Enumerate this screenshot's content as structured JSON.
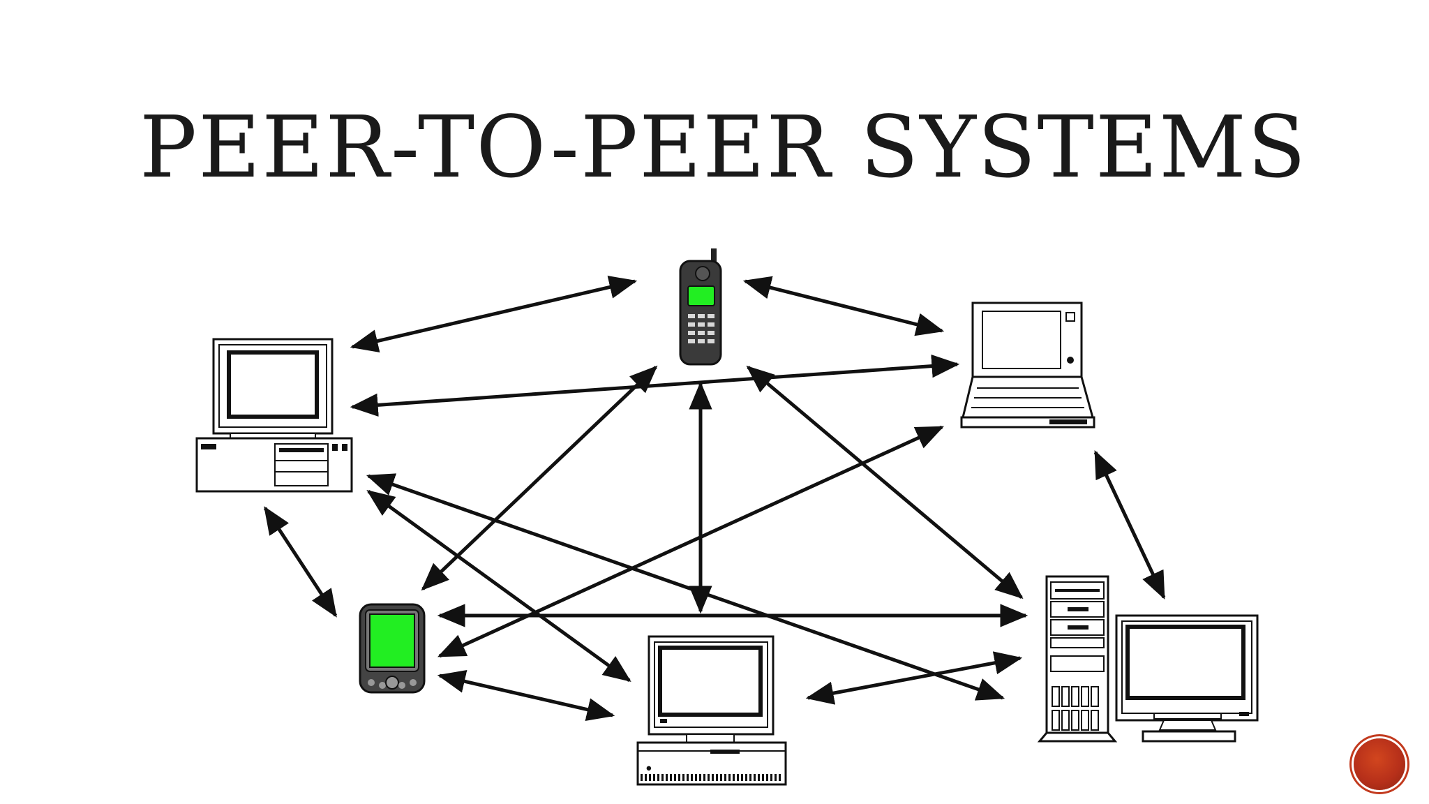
{
  "slide": {
    "title": "PEER-TO-PEER SYSTEMS"
  },
  "colors": {
    "screen_green": "#22ee22",
    "line": "#111111",
    "nav_button": "#c23a1e"
  },
  "nodes": [
    {
      "id": "mobile-phone",
      "icon": "cell-phone-icon"
    },
    {
      "id": "desktop-left",
      "icon": "desktop-computer-icon"
    },
    {
      "id": "laptop",
      "icon": "laptop-icon"
    },
    {
      "id": "pda",
      "icon": "pda-icon"
    },
    {
      "id": "desktop-bottom",
      "icon": "desktop-computer-icon"
    },
    {
      "id": "tower-workstation",
      "icon": "tower-workstation-icon"
    }
  ],
  "connections": [
    [
      "desktop-left",
      "mobile-phone"
    ],
    [
      "mobile-phone",
      "laptop"
    ],
    [
      "desktop-left",
      "laptop"
    ],
    [
      "desktop-left",
      "pda"
    ],
    [
      "desktop-left",
      "desktop-bottom"
    ],
    [
      "desktop-left",
      "tower-workstation"
    ],
    [
      "mobile-phone",
      "pda"
    ],
    [
      "mobile-phone",
      "desktop-bottom"
    ],
    [
      "mobile-phone",
      "tower-workstation"
    ],
    [
      "laptop",
      "pda"
    ],
    [
      "laptop",
      "tower-workstation"
    ],
    [
      "pda",
      "tower-workstation"
    ],
    [
      "pda",
      "desktop-bottom"
    ],
    [
      "desktop-bottom",
      "tower-workstation"
    ]
  ]
}
